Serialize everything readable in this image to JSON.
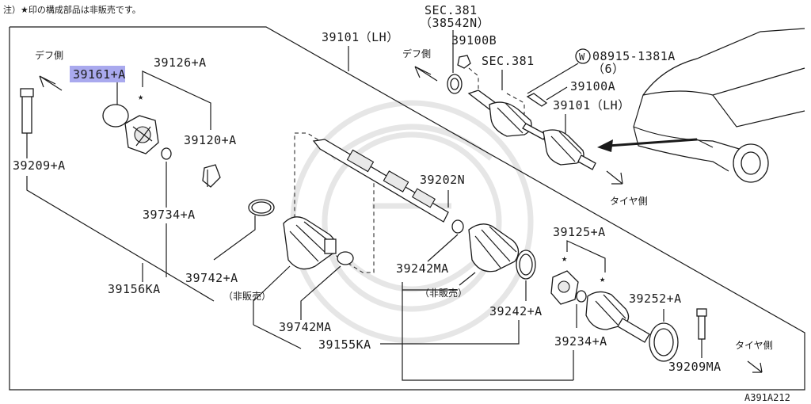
{
  "note": "注）★印の構成部品は非販売です。",
  "diagram_code": "A391A212",
  "highlight_color": "#a9a9ee",
  "direction_labels": {
    "diff_side_left": "デフ側",
    "diff_side_right": "デフ側",
    "tire_side_top": "タイヤ側",
    "tire_side_bottom": "タイヤ側"
  },
  "parts": {
    "p39161": "39161+A",
    "p39126": "39126+A",
    "p39120": "39120+A",
    "p39209": "39209+A",
    "p39734": "39734+A",
    "p39156": "39156KA",
    "p39742": "39742+A",
    "p39742ma": "39742MA",
    "not_sold_left": "（非販売）",
    "p39101_lh_top": "39101（LH）",
    "p39202": "39202N",
    "p39242ma": "39242MA",
    "not_sold_mid": "（非販売）",
    "p39242": "39242+A",
    "p39155": "39155KA",
    "p39125": "39125+A",
    "p39234": "39234+A",
    "p39252": "39252+A",
    "p39209ma": "39209MA",
    "sec381_a": "SEC.381",
    "sec381_a_sub": "（38542N）",
    "p39100b": "39100B",
    "sec381_b": "SEC.381",
    "w_mark": "W",
    "p08915": "08915-1381A",
    "p08915_qty": "（6）",
    "p39100a": "39100A",
    "p39101_lh_right": "39101（LH）"
  },
  "marks": {
    "star": "★"
  }
}
